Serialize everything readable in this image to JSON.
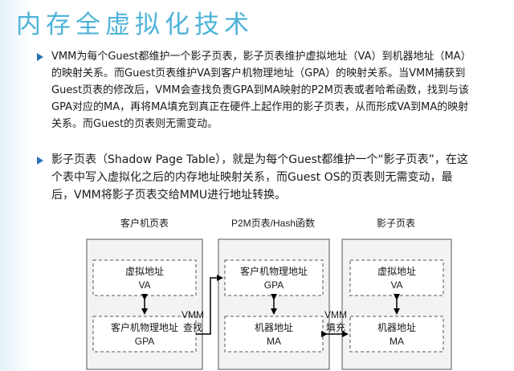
{
  "title": "内存全虚拟化技术",
  "bullets": [
    "VMM为每个Guest都维护一个影子页表，影子页表维护虚拟地址（VA）到机器地址（MA）的映射关系。而Guest页表维护VA到客户机物理地址（GPA）的映射关系。当VMM捕获到Guest页表的修改后，VMM会查找负责GPA到MA映射的P2M页表或者哈希函数，找到与该GPA对应的MA，再将MA填充到真正在硬件上起作用的影子页表，从而形成VA到MA的映射关系。而Guest的页表则无需变动。",
    "影子页表（Shadow Page Table），就是为每个Guest都维护一个“影子页表”，在这个表中写入虚拟化之后的内存地址映射关系，而Guest OS的页表则无需变动，最后，VMM将影子页表交给MMU进行地址转换。"
  ],
  "diagram": {
    "boxes": [
      {
        "title": "客户机页表",
        "top_line1": "虚拟地址",
        "top_line2": "VA",
        "bottom_line1": "客户机物理地址",
        "bottom_line2": "GPA"
      },
      {
        "title": "P2M页表/Hash函数",
        "top_line1": "客户机物理地址",
        "top_line2": "GPA",
        "bottom_line1": "机器地址",
        "bottom_line2": "MA"
      },
      {
        "title": "影子页表",
        "top_line1": "虚拟地址",
        "top_line2": "VA",
        "bottom_line1": "机器地址",
        "bottom_line2": "MA"
      }
    ],
    "link1_line1": "VMM",
    "link1_line2": "查找",
    "link2_line1": "VMM",
    "link2_line2": "填充"
  }
}
